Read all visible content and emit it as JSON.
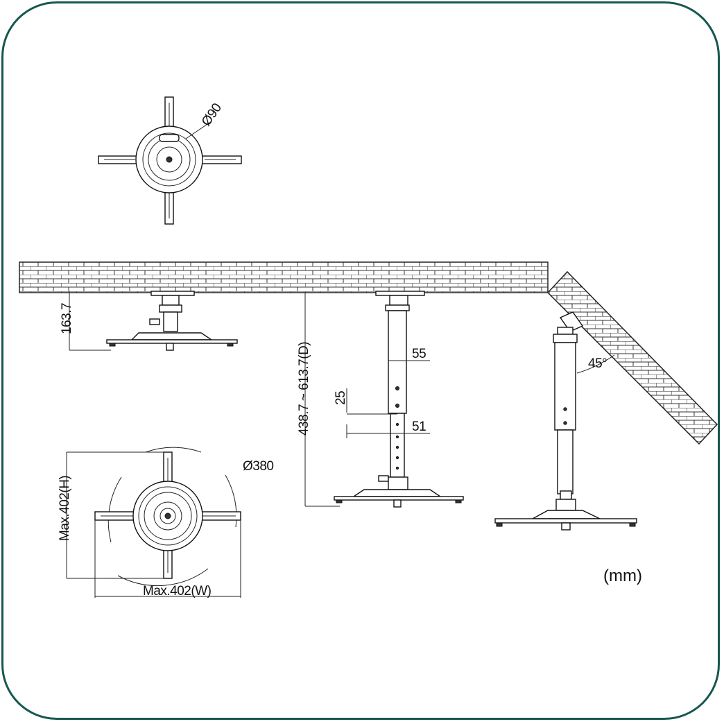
{
  "labels": {
    "top_view_diameter": "Ø90",
    "height_min": "163.7",
    "depth_range": "438.7 ~ 613.7(D)",
    "tube_outer": "55",
    "tube_step": "25",
    "tube_inner": "51",
    "angle": "45°",
    "base_diameter": "Ø380",
    "max_height": "Max.402(H)",
    "max_width": "Max.402(W)",
    "unit": "(mm)"
  },
  "colors": {
    "frame": "#15584f",
    "line": "#111111"
  }
}
